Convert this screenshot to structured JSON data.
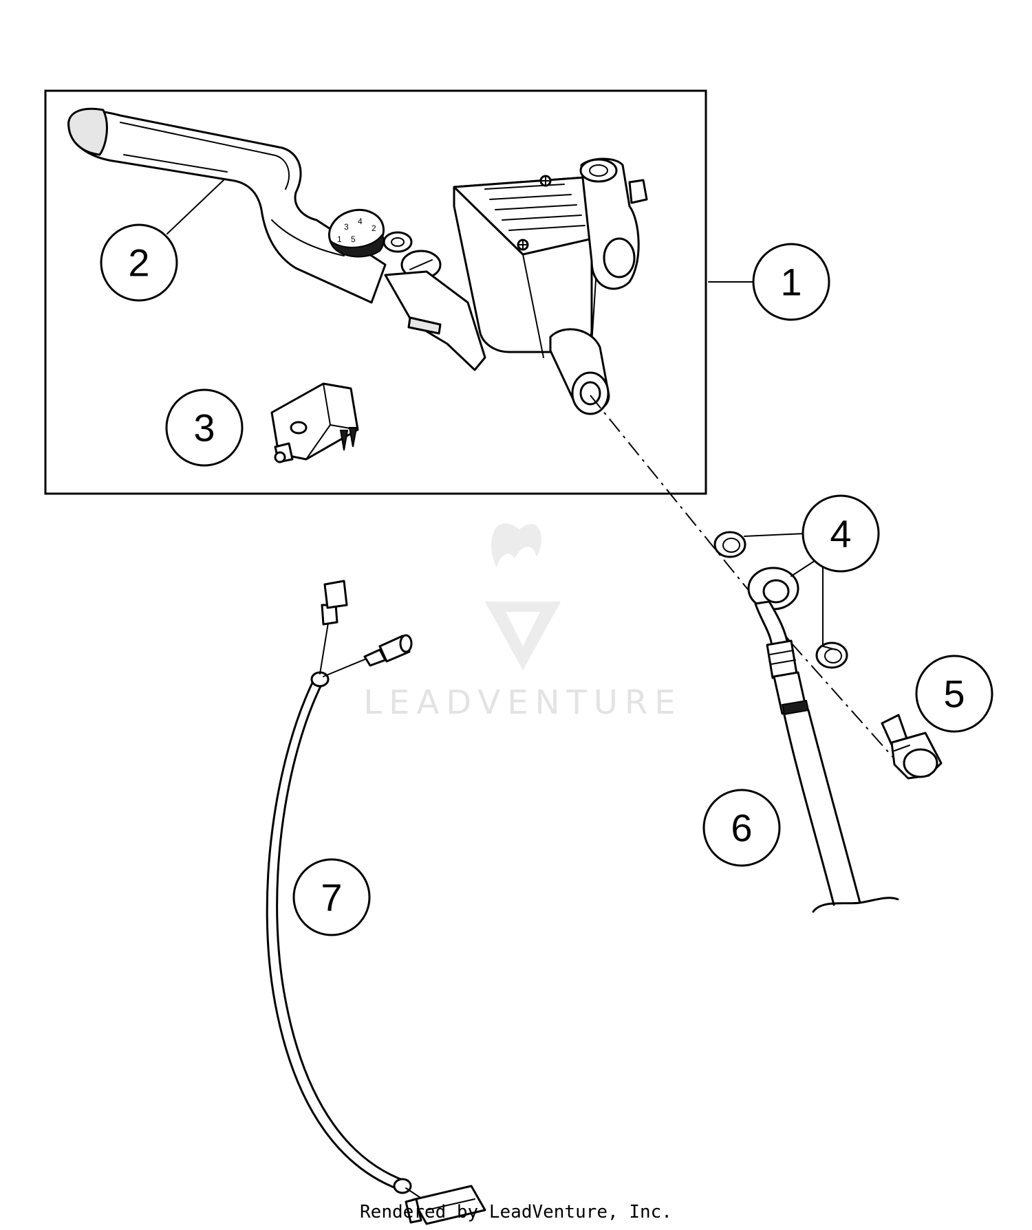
{
  "callouts": [
    {
      "number": "1"
    },
    {
      "number": "2"
    },
    {
      "number": "3"
    },
    {
      "number": "4"
    },
    {
      "number": "5"
    },
    {
      "number": "6"
    },
    {
      "number": "7"
    }
  ],
  "watermark": {
    "brand_text": "LEADVENTURE",
    "color": "#e3e3e3"
  },
  "footer": {
    "credit": "Rendered by LeadVenture, Inc."
  }
}
